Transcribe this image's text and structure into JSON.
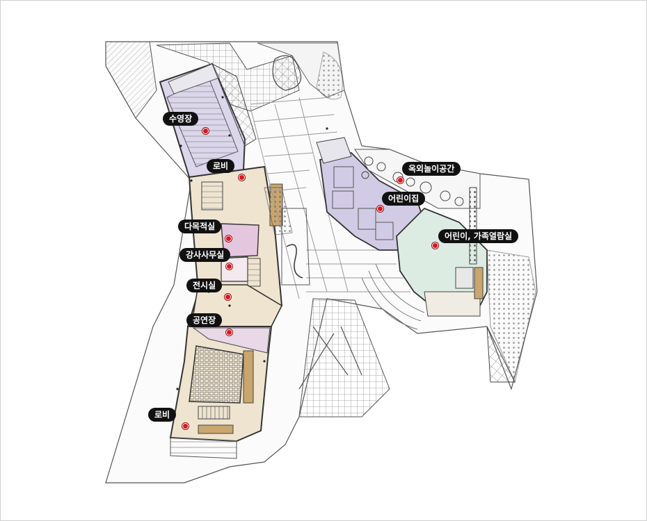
{
  "map": {
    "colors": {
      "background": "#ffffff",
      "frame": "#cfcfcf",
      "outline": "#2b2b2b",
      "wall": "#444444",
      "floor_beige": "#efe4cf",
      "pool_lavender": "#dcd6ec",
      "multipurpose_pink": "#e5c6df",
      "kids_lavender": "#d2cbe5",
      "kids_mint": "#dcece3",
      "label_bg": "#111111",
      "label_text": "#ffffff",
      "marker": "#e0141e"
    },
    "labels": [
      {
        "id": "pool",
        "text": "수영장"
      },
      {
        "id": "lobby_north",
        "text": "로비"
      },
      {
        "id": "outdoor_play",
        "text": "옥외놀이공간"
      },
      {
        "id": "daycare",
        "text": "어린이집"
      },
      {
        "id": "multipurpose",
        "text": "다목적실"
      },
      {
        "id": "kids_reading",
        "text": "어린이, 가족열람실"
      },
      {
        "id": "instructor_office",
        "text": "강사사무실"
      },
      {
        "id": "exhibition",
        "text": "전시실"
      },
      {
        "id": "theater",
        "text": "공연장"
      },
      {
        "id": "lobby_south",
        "text": "로비"
      }
    ]
  }
}
